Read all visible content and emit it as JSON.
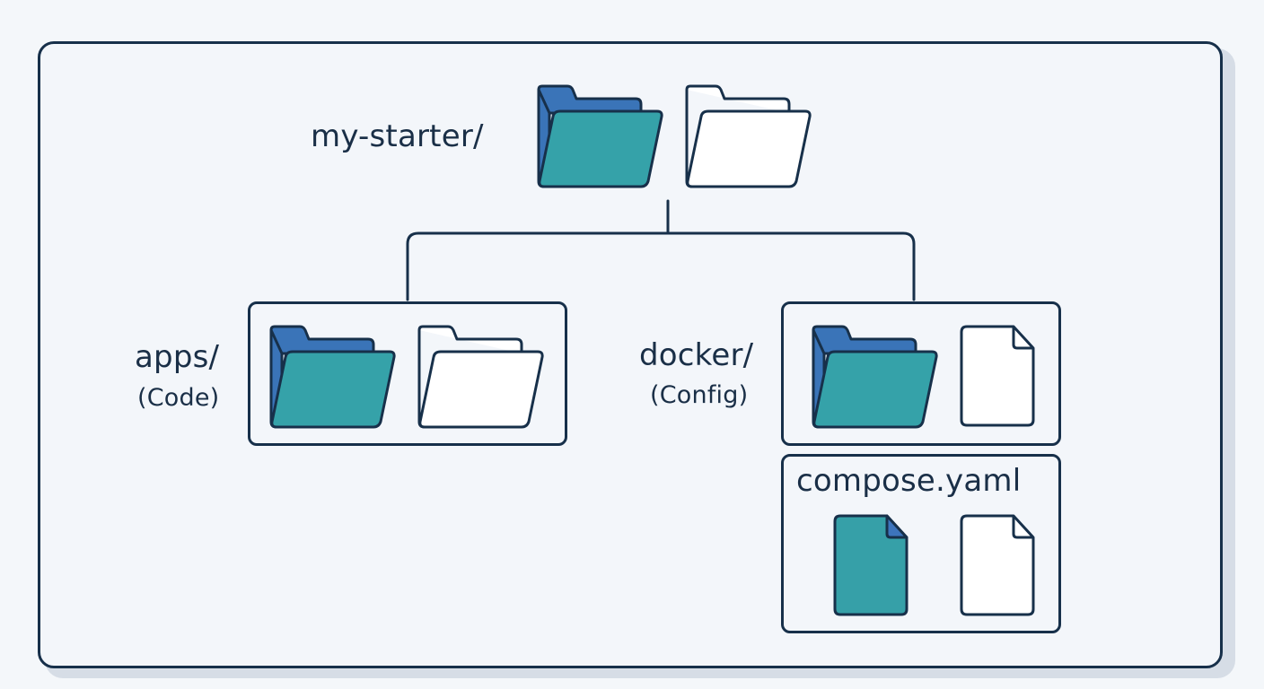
{
  "root": {
    "label": "my-starter/"
  },
  "apps": {
    "label": "apps/",
    "sublabel": "(Code)"
  },
  "docker": {
    "label": "docker/",
    "sublabel": "(Config)"
  },
  "compose": {
    "label": "compose.yaml"
  },
  "colors": {
    "stroke": "#17304a",
    "folder_back": "#3a74b8",
    "folder_front": "#35a2a9",
    "file_fill": "#36a0a8",
    "file_fold": "#3d74bc",
    "background": "#f3f6fa",
    "outline_fill": "#ffffff"
  },
  "icons": [
    "folder-filled-icon",
    "folder-outline-icon",
    "file-filled-icon",
    "file-outline-icon"
  ]
}
